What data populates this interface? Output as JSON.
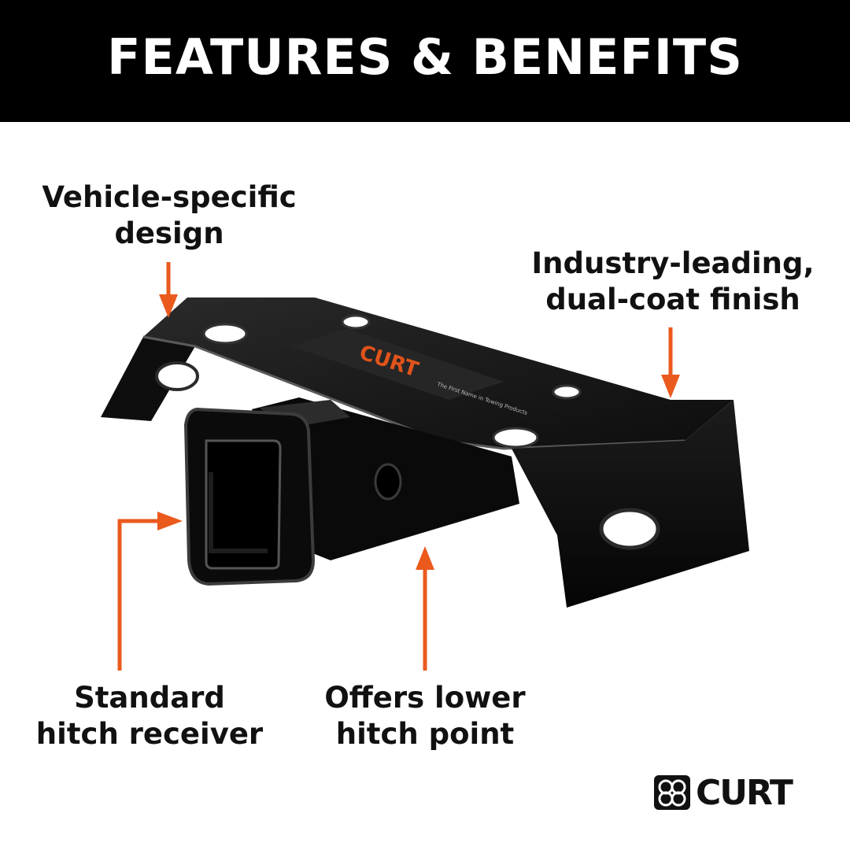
{
  "header": {
    "title": "FEATURES & BENEFITS"
  },
  "callouts": {
    "vehicle_specific": [
      "Vehicle-specific",
      "design"
    ],
    "finish": [
      "Industry-leading,",
      "dual-coat finish"
    ],
    "receiver": [
      "Standard",
      "hitch receiver"
    ],
    "lower_point": [
      "Offers lower",
      "hitch point"
    ]
  },
  "product": {
    "decal_brand": "CURT",
    "decal_tagline": "The First Name in Towing Products"
  },
  "brand": {
    "name": "CURT",
    "logo_icon": "curt-gear-logo-icon"
  },
  "colors": {
    "header_bg": "#000000",
    "arrow": "#ea5a1d",
    "text": "#111111"
  }
}
